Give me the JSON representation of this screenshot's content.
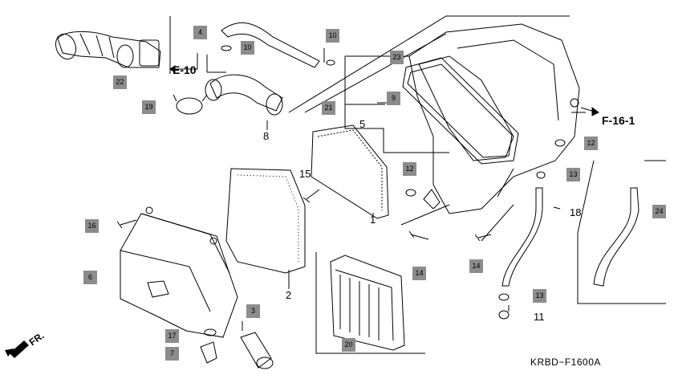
{
  "diagram": {
    "code": "KRBD−F1600A",
    "front_label": "FR.",
    "refs": {
      "e10": "E-10",
      "f161": "F-16-1"
    },
    "tags": {
      "t3": "3",
      "t4": "4",
      "t6": "6",
      "t7": "7",
      "t9": "9",
      "t10a": "10",
      "t10b": "10",
      "t12a": "12",
      "t12b": "12",
      "t13a": "13",
      "t13b": "13",
      "t14a": "14",
      "t14b": "14",
      "t16": "16",
      "t17": "17",
      "t19": "19",
      "t20": "20",
      "t21": "21",
      "t22": "22",
      "t23": "23",
      "t24": "24"
    },
    "numbers": {
      "n1": "1",
      "n2": "2",
      "n5": "5",
      "n8": "8",
      "n11": "11",
      "n15": "15",
      "n18": "18"
    }
  }
}
